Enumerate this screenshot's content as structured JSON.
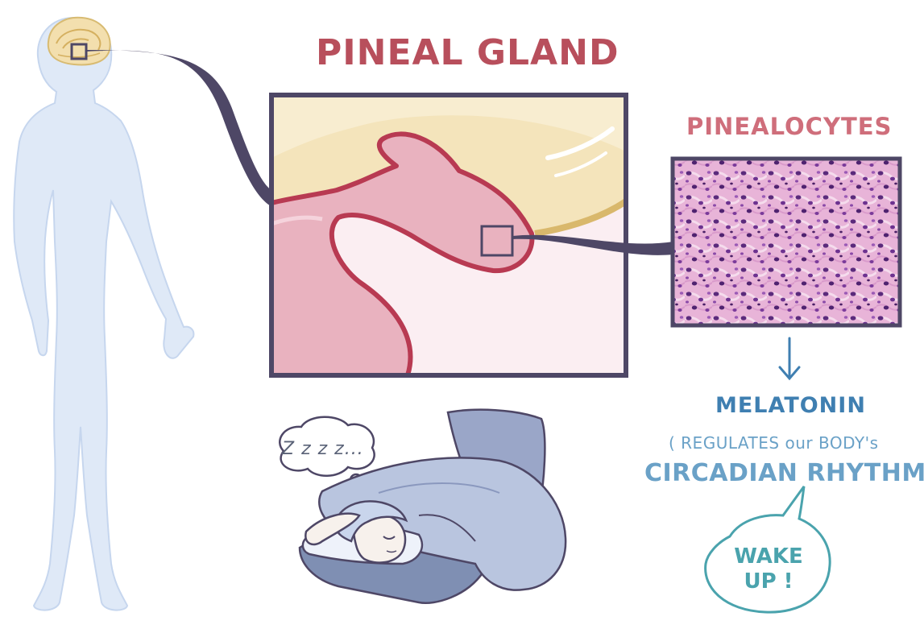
{
  "title": "PINEAL GLAND",
  "detail_label": "PINEALOCYTES",
  "arrow_glyph": "↓",
  "hormone": "MELATONIN",
  "function_line1": "( REGULATES our BODY's",
  "function_line2": "CIRCADIAN RHYTHM",
  "speech_bubble": "WAKE UP !",
  "sleep_bubble": "Z z z z...",
  "colors": {
    "title": "#b84f5c",
    "pinealocytes": "#cf6e7b",
    "melatonin": "#3f7fb1",
    "circadian": "#6aa1c7",
    "wake": "#4aa3ad",
    "frame": "#4e4766",
    "gland_outline": "#b83a52",
    "body": "#dfe9f7",
    "bed": "#7f8fb3"
  }
}
